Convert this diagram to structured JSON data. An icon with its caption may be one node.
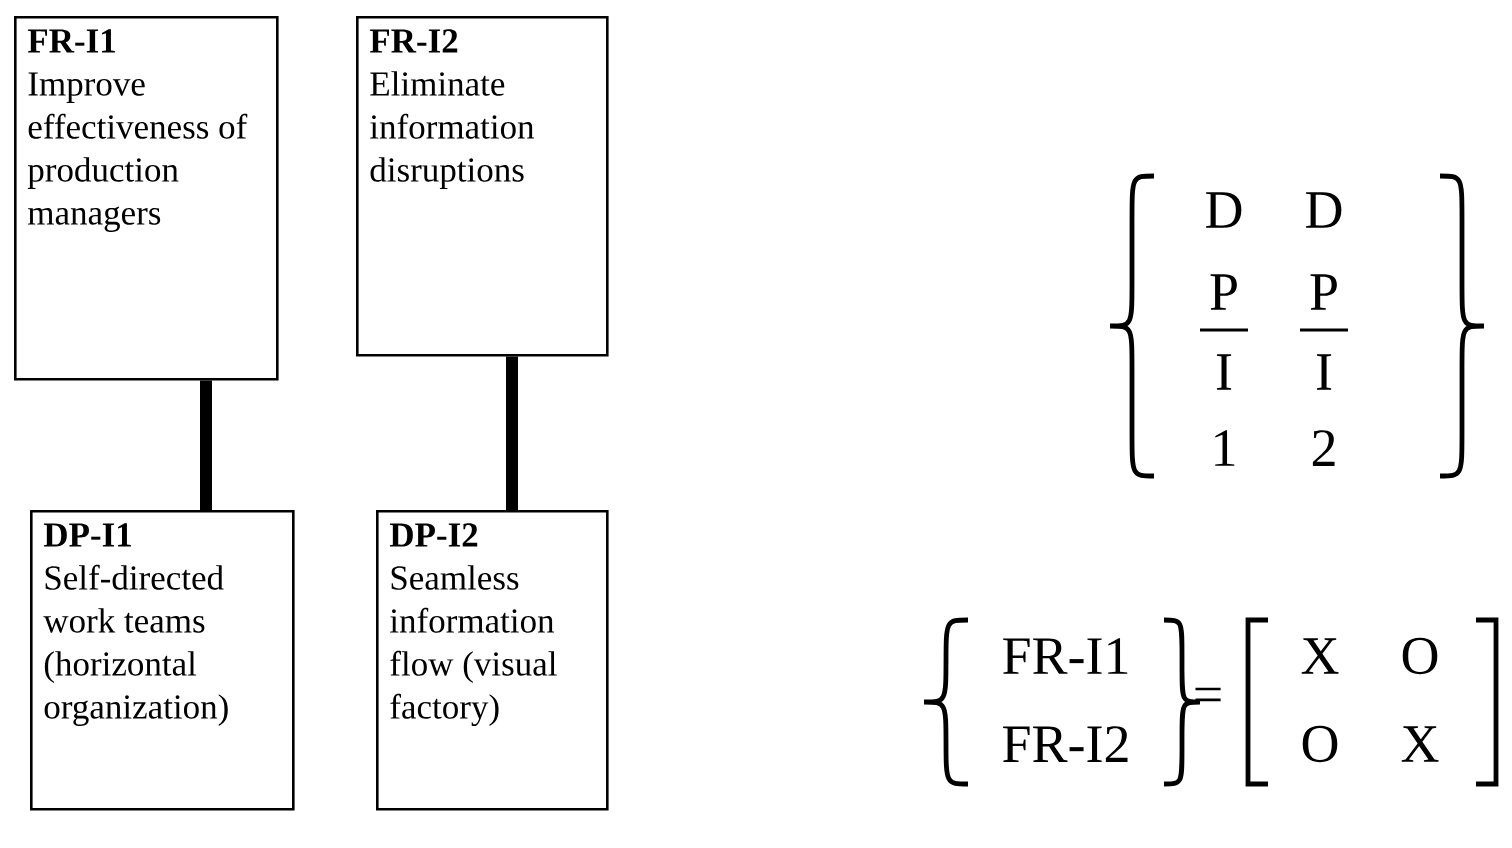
{
  "diagram": {
    "nodes": [
      {
        "text": [
          "FR-I1",
          "Improve effectiveness of production managers"
        ]
      },
      {
        "text": [
          "FR-I2",
          "Eliminate information disruptions"
        ]
      },
      {
        "text": [
          "DP-I1",
          "Self-directed work teams (horizontal organization)"
        ]
      },
      {
        "text": [
          "DP-I2",
          "Seamless information flow (visual factory)"
        ]
      }
    ],
    "edges": [
      {
        "from": 0,
        "to": 2,
        "arrow": "none"
      },
      {
        "from": 1,
        "to": 3,
        "arrow": "none"
      }
    ],
    "labels": [
      "D",
      "D",
      "P",
      "P",
      "I",
      "I",
      "1",
      "2",
      "FR-I1",
      "FR-I2",
      "=",
      "X",
      "O",
      "O",
      "X"
    ]
  }
}
